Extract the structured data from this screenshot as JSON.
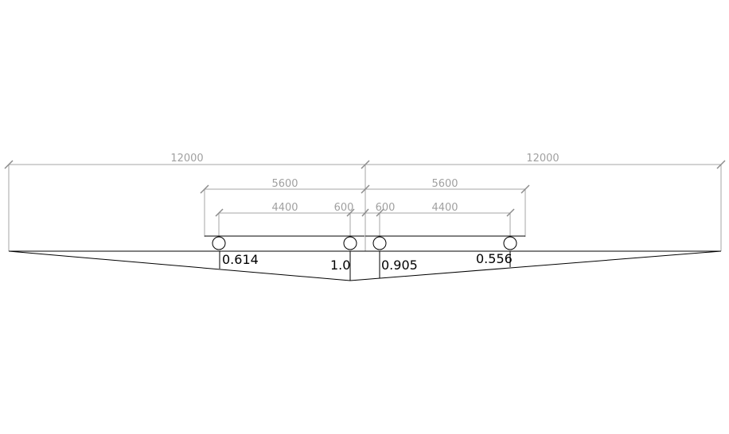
{
  "dimensions": {
    "left_span": "12000",
    "right_span": "12000",
    "left_wheelbase": "5600",
    "right_wheelbase": "5600",
    "left_inner": "4400",
    "left_gap": "600",
    "right_gap": "600",
    "right_inner": "4400"
  },
  "ordinates": {
    "wheel_1": "0.614",
    "wheel_2": "1.0",
    "wheel_3": "0.905",
    "wheel_4": "0.556"
  }
}
